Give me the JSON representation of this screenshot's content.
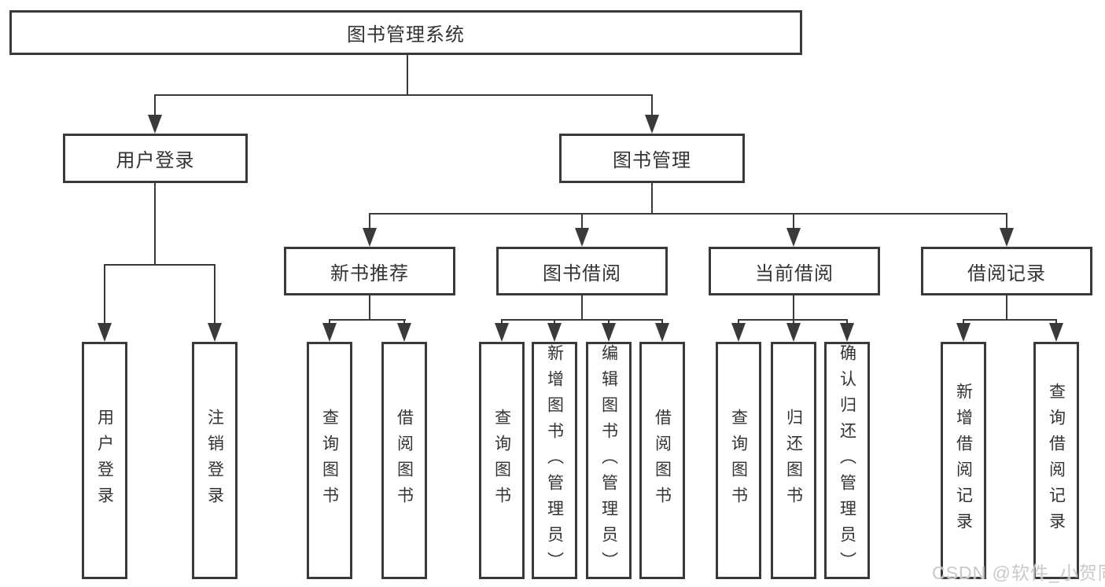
{
  "diagram": {
    "title": "图书管理系统",
    "root": {
      "label": "图书管理系统"
    },
    "level2": {
      "user_login": {
        "label": "用户登录"
      },
      "book_management": {
        "label": "图书管理"
      }
    },
    "level3": {
      "new_book_recommend": {
        "label": "新书推荐"
      },
      "book_borrow": {
        "label": "图书借阅"
      },
      "current_borrow": {
        "label": "当前借阅"
      },
      "borrow_records": {
        "label": "借阅记录"
      }
    },
    "leaves": {
      "user_login": [
        "用户登录",
        "注销登录"
      ],
      "new_book_recommend": [
        "查询图书",
        "借阅图书"
      ],
      "book_borrow": [
        "查询图书",
        "新增图书（管理员）",
        "编辑图书（管理员）",
        "借阅图书"
      ],
      "current_borrow": [
        "查询图书",
        "归还图书",
        "确认归还（管理员）"
      ],
      "borrow_records": [
        "新增借阅记录",
        "查询借阅记录"
      ]
    },
    "watermark": "CSDN @软件_小贺同学",
    "colors": {
      "line": "#3a3a3a",
      "text": "#333333",
      "watermark": "#c9c9c9",
      "background": "#ffffff"
    }
  }
}
